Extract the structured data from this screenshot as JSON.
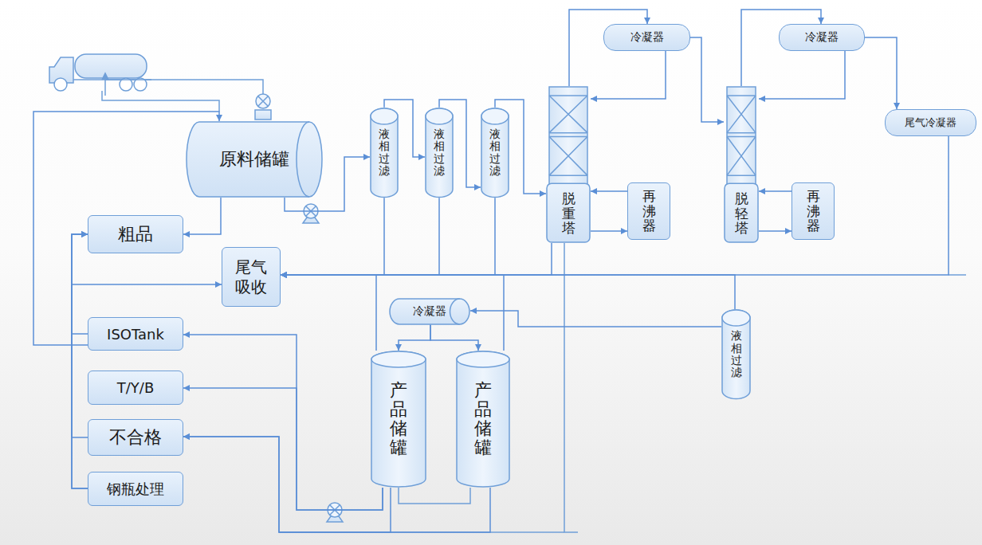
{
  "diagram": {
    "nodes": [
      {
        "text": [
          "原料储罐"
        ]
      },
      {
        "text": [
          "粗品"
        ]
      },
      {
        "text": [
          "尾气吸收"
        ]
      },
      {
        "text": [
          "ISOTank"
        ]
      },
      {
        "text": [
          "T/Y/B"
        ]
      },
      {
        "text": [
          "不合格"
        ]
      },
      {
        "text": [
          "钢瓶处理"
        ]
      },
      {
        "text": [
          "液相过滤"
        ]
      },
      {
        "text": [
          "液相过滤"
        ]
      },
      {
        "text": [
          "液相过滤"
        ]
      },
      {
        "text": [
          "冷凝器"
        ]
      },
      {
        "text": [
          "脱重塔"
        ]
      },
      {
        "text": [
          "再沸器"
        ]
      },
      {
        "text": [
          "冷凝器"
        ]
      },
      {
        "text": [
          "脱轻塔"
        ]
      },
      {
        "text": [
          "再沸器"
        ]
      },
      {
        "text": [
          "尾气冷凝器"
        ]
      },
      {
        "text": [
          "冷凝器"
        ]
      },
      {
        "text": [
          "液相过滤"
        ]
      },
      {
        "text": [
          "产品储罐"
        ]
      },
      {
        "text": [
          "产品储罐"
        ]
      }
    ],
    "edges": [
      {
        "from": 0,
        "to": 1,
        "arrow": "to"
      },
      {
        "from": 0,
        "to": 7,
        "arrow": "to"
      },
      {
        "from": 7,
        "to": 8,
        "arrow": "to"
      },
      {
        "from": 8,
        "to": 9,
        "arrow": "to"
      },
      {
        "from": 9,
        "to": 11,
        "arrow": "to"
      },
      {
        "from": 11,
        "to": 10,
        "arrow": "to"
      },
      {
        "from": 10,
        "to": 11,
        "arrow": "to"
      },
      {
        "from": 10,
        "to": 14,
        "arrow": "to"
      },
      {
        "from": 11,
        "to": 12,
        "arrow": "to"
      },
      {
        "from": 12,
        "to": 11,
        "arrow": "to"
      },
      {
        "from": 14,
        "to": 13,
        "arrow": "to"
      },
      {
        "from": 13,
        "to": 14,
        "arrow": "to"
      },
      {
        "from": 13,
        "to": 16,
        "arrow": "to"
      },
      {
        "from": 14,
        "to": 15,
        "arrow": "to"
      },
      {
        "from": 15,
        "to": 14,
        "arrow": "to"
      },
      {
        "from": 16,
        "to": 2,
        "arrow": "to"
      },
      {
        "from": 7,
        "to": 2,
        "arrow": "to"
      },
      {
        "from": 8,
        "to": 2,
        "arrow": "to"
      },
      {
        "from": 9,
        "to": 2,
        "arrow": "to"
      },
      {
        "from": 11,
        "to": 2,
        "arrow": "to"
      },
      {
        "from": 18,
        "to": 2,
        "arrow": "to"
      },
      {
        "from": 19,
        "to": 2,
        "arrow": "to"
      },
      {
        "from": 20,
        "to": 2,
        "arrow": "to"
      },
      {
        "from": 18,
        "to": 17,
        "arrow": "to"
      },
      {
        "from": 17,
        "to": 19,
        "arrow": "to"
      },
      {
        "from": 17,
        "to": 20,
        "arrow": "to"
      },
      {
        "from": 19,
        "to": 3,
        "arrow": "to"
      },
      {
        "from": 19,
        "to": 4,
        "arrow": "to"
      },
      {
        "from": 19,
        "to": 5,
        "arrow": "to"
      },
      {
        "from": 20,
        "to": 5,
        "arrow": "to"
      },
      {
        "from": 3,
        "to": 0,
        "arrow": "to"
      },
      {
        "from": 3,
        "to": 1,
        "arrow": "to"
      },
      {
        "from": 5,
        "to": 1,
        "arrow": "to"
      },
      {
        "from": 6,
        "to": 1,
        "arrow": "to"
      },
      {
        "from": 6,
        "to": 2,
        "arrow": "to"
      }
    ]
  }
}
